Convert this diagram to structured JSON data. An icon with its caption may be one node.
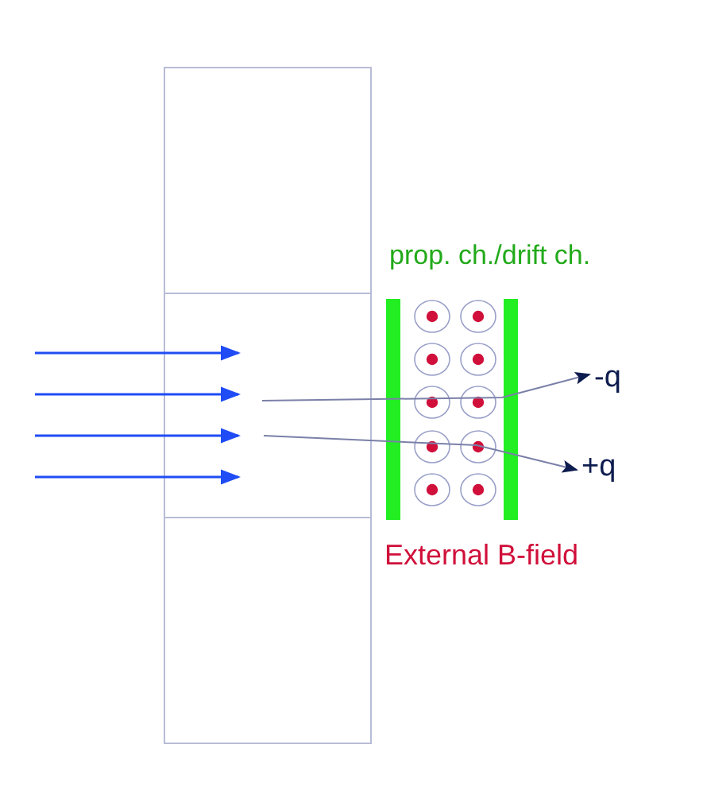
{
  "diagram": {
    "nodes": [
      {
        "text": [
          "-q"
        ]
      },
      {
        "text": [
          "+q"
        ]
      }
    ],
    "edges": [
      {
        "from": null,
        "to": 0,
        "arrow": "to"
      },
      {
        "from": null,
        "to": 1,
        "arrow": "to"
      }
    ],
    "labels": [
      "prop. ch./drift ch.",
      "External B-field"
    ]
  }
}
